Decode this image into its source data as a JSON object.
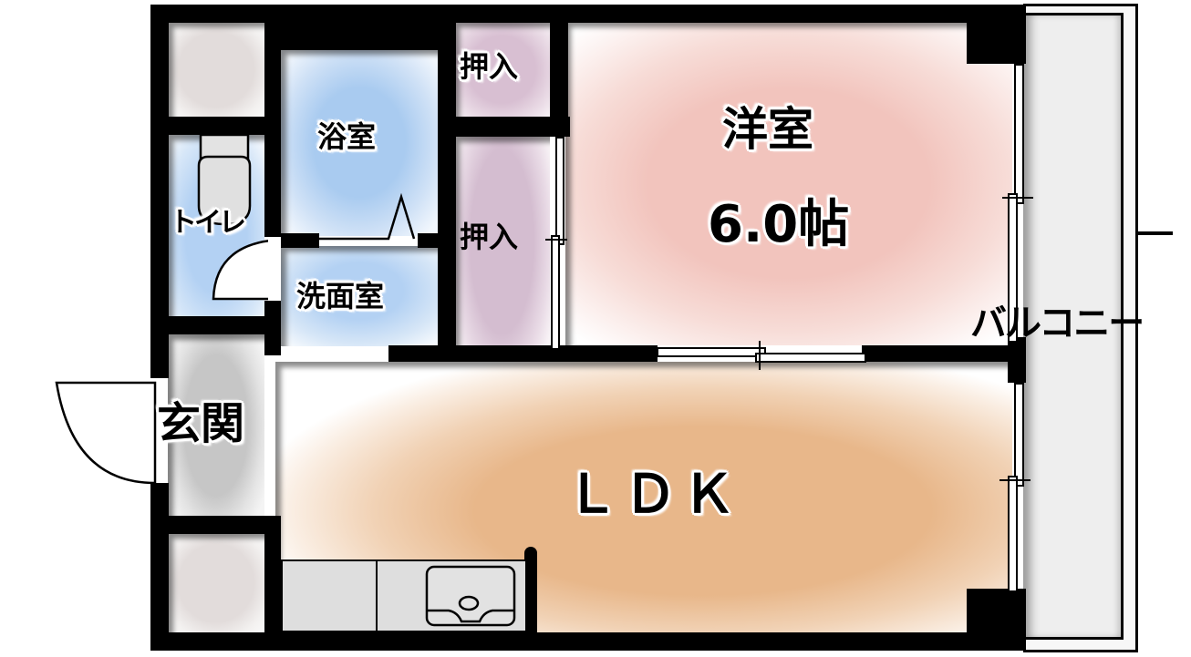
{
  "floorplan": {
    "layout_type": "1LDK",
    "rooms": {
      "western_room": {
        "name": "洋室",
        "size": "6.0帖",
        "color": "#f2c4bd"
      },
      "ldk": {
        "name": "ＬＤＫ",
        "color": "#e8b78a"
      },
      "bathroom": {
        "name": "浴室",
        "color": "#a9cbf0"
      },
      "washroom": {
        "name": "洗面室",
        "color": "#b3d1f3"
      },
      "toilet": {
        "name": "トイレ",
        "color": "#b3d1f3"
      },
      "entrance": {
        "name": "玄関",
        "color": "#c8c8c8"
      },
      "closet_upper": {
        "name": "押入",
        "color": "#d8bfd2"
      },
      "closet_lower": {
        "name": "押入",
        "color": "#d4bdd0"
      },
      "balcony": {
        "name": "バルコニー",
        "color": "#eeeeee"
      }
    },
    "fixtures": [
      "toilet-fixture",
      "kitchen-counter",
      "kitchen-sink",
      "entrance-door",
      "toilet-door",
      "bath-folding-door",
      "sliding-doors",
      "windows"
    ]
  }
}
